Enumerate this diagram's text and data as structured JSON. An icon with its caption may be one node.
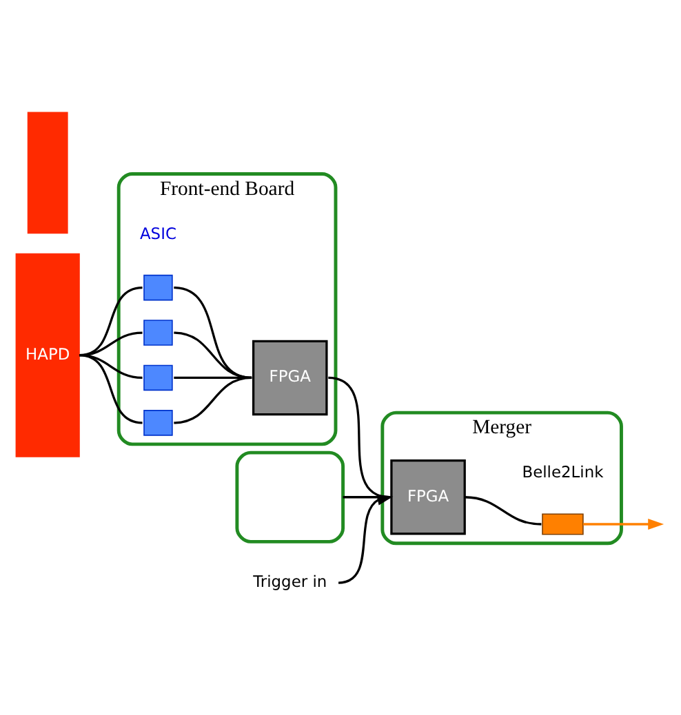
{
  "diagram": {
    "nodes": [
      {
        "text": [
          "HAPD"
        ]
      },
      {
        "text": [
          "Front-end Board"
        ]
      },
      {
        "text": [],
        "shape": "box",
        "in": 1,
        "beside": [
          "ASIC"
        ]
      },
      {
        "text": [],
        "shape": "box",
        "in": 1
      },
      {
        "text": [],
        "shape": "box",
        "in": 1
      },
      {
        "text": [],
        "shape": "box",
        "in": 1
      },
      {
        "text": [
          "FPGA"
        ],
        "in": 1
      },
      {
        "text": [],
        "shape": "bar"
      },
      {
        "text": [],
        "shape": "box"
      },
      {
        "text": [
          "Merger"
        ]
      },
      {
        "text": [
          "FPGA"
        ],
        "in": 9
      },
      {
        "text": [],
        "shape": "box",
        "in": 9,
        "beside": [
          "Belle2Link"
        ]
      },
      {
        "text": [
          "Trigger in"
        ]
      }
    ],
    "edges": [
      {
        "from": 0,
        "to": 2,
        "arrow": "none"
      },
      {
        "from": 0,
        "to": 3,
        "arrow": "none"
      },
      {
        "from": 0,
        "to": 4,
        "arrow": "none"
      },
      {
        "from": 0,
        "to": 5,
        "arrow": "none"
      },
      {
        "from": 2,
        "to": 6,
        "arrow": "none"
      },
      {
        "from": 3,
        "to": 6,
        "arrow": "none"
      },
      {
        "from": 4,
        "to": 6,
        "arrow": "none"
      },
      {
        "from": 5,
        "to": 6,
        "arrow": "none"
      },
      {
        "from": 6,
        "to": 10,
        "arrow": "none"
      },
      {
        "from": 8,
        "to": 10,
        "arrow": "none"
      },
      {
        "from": 12,
        "to": 10,
        "arrow": "to"
      },
      {
        "from": 10,
        "to": 11,
        "arrow": "none"
      },
      {
        "from": 11,
        "to": null,
        "arrow": "to",
        "color": "#ff8000"
      }
    ]
  }
}
